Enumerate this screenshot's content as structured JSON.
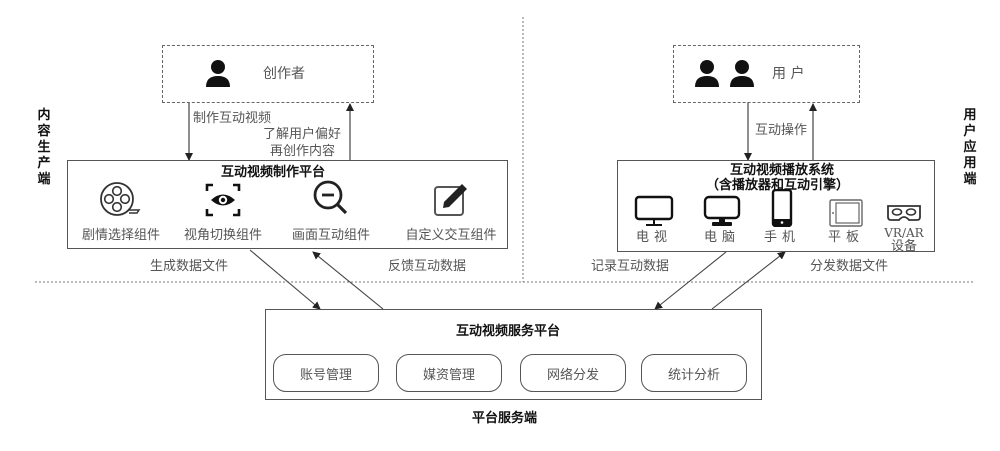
{
  "regions": {
    "content_production": "内容生产端",
    "user_application": "用户应用端",
    "platform_service": "平台服务端"
  },
  "creator": {
    "label": "创作者",
    "icon": "person-icon"
  },
  "user": {
    "label": "用 户",
    "icon": "two-persons-icon"
  },
  "flows": {
    "make_video": "制作互动视频",
    "learn_preference_line1": "了解用户偏好",
    "learn_preference_line2": "再创作内容",
    "interact_op": "互动操作",
    "generate_data_file": "生成数据文件",
    "feedback_data": "反馈互动数据",
    "record_data": "记录互动数据",
    "distribute_file": "分发数据文件"
  },
  "production_platform": {
    "title": "互动视频制作平台",
    "components": [
      {
        "label": "剧情选择组件",
        "icon": "film-reel-icon"
      },
      {
        "label": "视角切换组件",
        "icon": "eye-focus-icon"
      },
      {
        "label": "画面互动组件",
        "icon": "zoom-out-icon"
      },
      {
        "label": "自定义交互组件",
        "icon": "edit-pencil-icon"
      }
    ]
  },
  "playback_system": {
    "title_line1": "互动视频播放系统",
    "title_line2": "（含播放器和互动引擎）",
    "devices": [
      {
        "label": "电视",
        "icon": "tv-icon"
      },
      {
        "label": "电脑",
        "icon": "monitor-icon"
      },
      {
        "label": "手机",
        "icon": "phone-icon"
      },
      {
        "label": "平板",
        "icon": "tablet-icon"
      },
      {
        "label_line1": "VR/AR",
        "label_line2": "设备",
        "icon": "vr-headset-icon"
      }
    ]
  },
  "service_platform": {
    "title": "互动视频服务平台",
    "modules": [
      "账号管理",
      "媒资管理",
      "网络分发",
      "统计分析"
    ]
  }
}
